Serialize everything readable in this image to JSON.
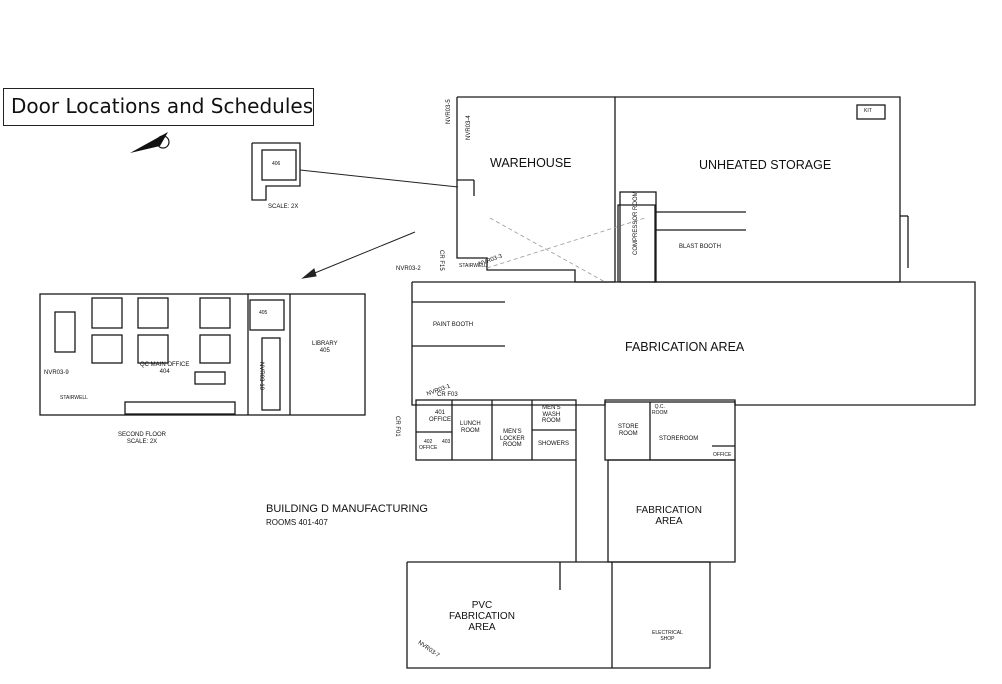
{
  "title": "Door Locations and Schedules",
  "building": {
    "name": "BUILDING D MANUFACTURING",
    "rooms": "ROOMS 401-407"
  },
  "inset": {
    "room": "406",
    "scale": "SCALE: 2X"
  },
  "second_floor": {
    "caption_line1": "SECOND FLOOR",
    "caption_line2": "SCALE: 2X",
    "qc_office_line1": "QC MAIN OFFICE",
    "qc_office_line2": "404",
    "room_405": "405",
    "library_line1": "LIBRARY",
    "library_line2": "405",
    "door_9": "NVR03-9",
    "door_10": "NVR03-10",
    "stairwell": "STAIRWELL"
  },
  "areas": {
    "warehouse": "WAREHOUSE",
    "unheated_storage": "UNHEATED STORAGE",
    "compressor_room": "COMPRESSOR ROOM",
    "blast_booth": "BLAST BOOTH",
    "paint_booth": "PAINT BOOTH",
    "fabrication_area": "FABRICATION AREA",
    "fabrication_area_2_line1": "FABRICATION",
    "fabrication_area_2_line2": "AREA",
    "pvc_line1": "PVC",
    "pvc_line2": "FABRICATION",
    "pvc_line3": "AREA",
    "electrical_line1": "ELECTRICAL",
    "electrical_line2": "SHOP",
    "office_401_line1": "401",
    "office_401_line2": "OFFICE",
    "office_402_line1": "402",
    "office_402_line2": "OFFICE",
    "room_403": "403",
    "lunch_line1": "LUNCH",
    "lunch_line2": "ROOM",
    "mens_locker_line1": "MEN'S",
    "mens_locker_line2": "LOCKER",
    "mens_locker_line3": "ROOM",
    "mens_wash_line1": "MEN'S",
    "mens_wash_line2": "WASH",
    "mens_wash_line3": "ROOM",
    "showers": "SHOWERS",
    "store_room_line1": "STORE",
    "store_room_line2": "ROOM",
    "storeroom": "STOREROOM",
    "qc_room_line1": "Q.C.",
    "qc_room_line2": "ROOM",
    "office_small": "OFFICE",
    "stairwell": "STAIRWELL",
    "kit": "KIT"
  },
  "doors": {
    "nvr03_5": "NVR03-5",
    "nvr03_4": "NVR03-4",
    "nvr03_3": "NVR03-3",
    "nvr03_2": "NVR03-2",
    "nvr03_1": "NVR03-1",
    "nvr03_7": "NVR03-7",
    "cr_f15": "CR F15",
    "cr_f03": "CR F03",
    "cr_f01": "CR F01"
  }
}
